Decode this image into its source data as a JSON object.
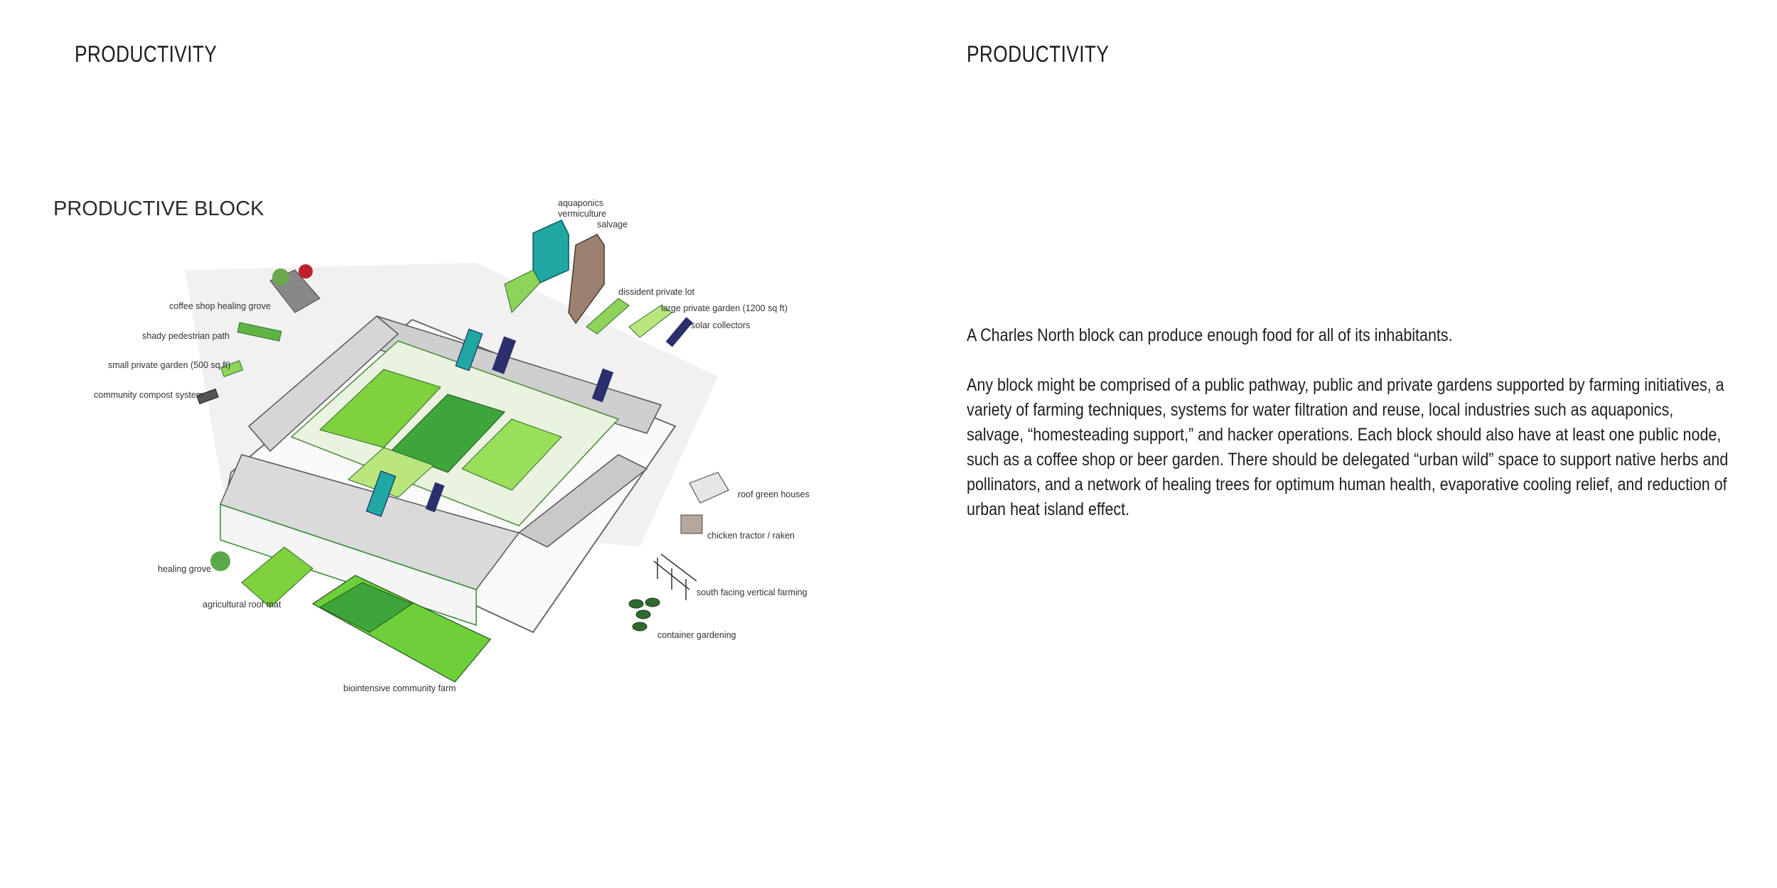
{
  "header_left": "PRODUCTIVITY",
  "header_right": "PRODUCTIVITY",
  "block_title": "PRODUCTIVE BLOCK",
  "labels": {
    "aquaponics": "aquaponics",
    "vermiculture": "vermiculture",
    "salvage": "salvage",
    "dissident_lot": "dissident private lot",
    "large_garden": "large private garden (1200 sq ft)",
    "solar": "solar collectors",
    "coffee_shop": "coffee shop healing grove",
    "shady_path": "shady pedestrian path",
    "small_garden": "small private garden (500 sq ft)",
    "compost": "community compost system",
    "roof_green": "roof green houses",
    "chicken": "chicken tractor / raken",
    "vertical": "south facing vertical farming",
    "container": "container gardening",
    "healing_grove": "healing grove",
    "roof_mat": "agricultural roof mat",
    "community_farm": "biointensive community farm"
  },
  "paragraph_1": "A Charles North block can produce enough food for all of its inhabitants.",
  "paragraph_2": "Any block might be comprised of a public pathway, public and private gardens supported by  farming initiatives, a variety of farming techniques, systems for water filtration and reuse, local industries such as aquaponics, salvage, “homesteading support,” and hacker operations.  Each block should also have at least one public node, such as a coffee shop or beer garden.  There should be delegated “urban wild” space to support native herbs and pollinators, and a network of healing trees for optimum human health, evaporative cooling relief, and reduction of urban heat island effect.",
  "colors": {
    "teal": "#1fa7a3",
    "green": "#6fcf3a",
    "dark_green": "#2f8a2f",
    "brown": "#9c8172",
    "navy": "#2b2f6b",
    "gray": "#bdbdbd"
  }
}
